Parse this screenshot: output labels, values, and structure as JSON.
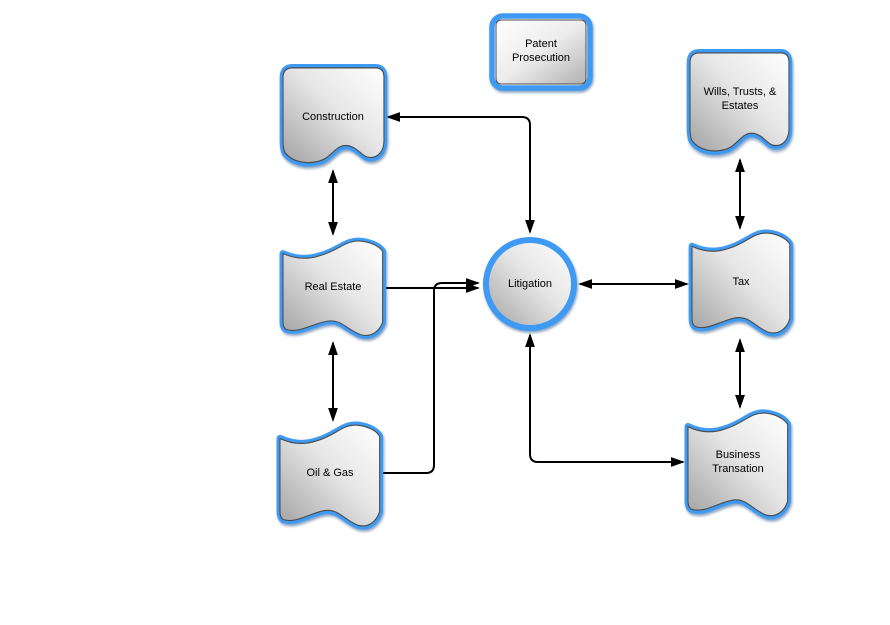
{
  "diagram": {
    "type": "relationship-flowchart",
    "background_color": "#ffffff",
    "accent_border_color": "#3e9af2",
    "connector_color": "#000000",
    "shape_fill_light": "#ffffff",
    "shape_fill_dark": "#a3a3a3",
    "nodes": {
      "patent_prosecution": {
        "label": "Patent\nProsecution",
        "shape": "rounded-rectangle"
      },
      "construction": {
        "label": "Construction",
        "shape": "document"
      },
      "wills_trusts_estates": {
        "label": "Wills, Trusts, &\nEstates",
        "shape": "document"
      },
      "real_estate": {
        "label": "Real Estate",
        "shape": "wave"
      },
      "litigation": {
        "label": "Litigation",
        "shape": "circle"
      },
      "tax": {
        "label": "Tax",
        "shape": "wave"
      },
      "oil_gas": {
        "label": "Oil & Gas",
        "shape": "wave"
      },
      "business_transation": {
        "label": "Business\nTransation",
        "shape": "wave"
      }
    },
    "edges": [
      {
        "from": "construction",
        "to": "real_estate",
        "type": "bidirectional",
        "route": "straight-vertical"
      },
      {
        "from": "real_estate",
        "to": "oil_gas",
        "type": "bidirectional",
        "route": "straight-vertical"
      },
      {
        "from": "wills_trusts_estates",
        "to": "tax",
        "type": "bidirectional",
        "route": "straight-vertical"
      },
      {
        "from": "tax",
        "to": "business_transation",
        "type": "bidirectional",
        "route": "straight-vertical"
      },
      {
        "from": "litigation",
        "to": "construction",
        "type": "bidirectional",
        "route": "bent"
      },
      {
        "from": "real_estate",
        "to": "litigation",
        "type": "directed",
        "route": "straight-horizontal"
      },
      {
        "from": "oil_gas",
        "to": "litigation",
        "type": "directed",
        "route": "bent"
      },
      {
        "from": "litigation",
        "to": "tax",
        "type": "bidirectional",
        "route": "straight-horizontal"
      },
      {
        "from": "litigation",
        "to": "business_transation",
        "type": "bidirectional",
        "route": "bent"
      }
    ]
  }
}
